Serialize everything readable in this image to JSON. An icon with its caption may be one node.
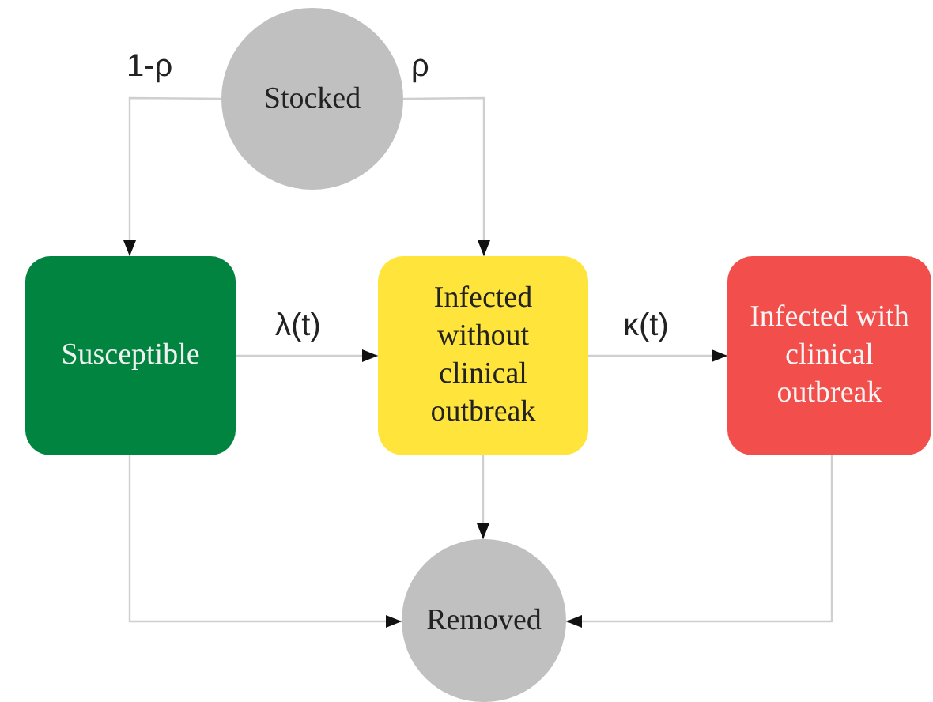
{
  "diagram": {
    "nodes": [
      {
        "text": [
          "Stocked"
        ]
      },
      {
        "text": [
          "Susceptible"
        ]
      },
      {
        "text": [
          "Infected without clinical outbreak"
        ]
      },
      {
        "text": [
          "Infected with clinical outbreak"
        ]
      },
      {
        "text": [
          "Removed"
        ]
      }
    ],
    "edges": [
      {
        "from": 0,
        "to": 1,
        "arrow": "to",
        "label": "1-ρ"
      },
      {
        "from": 0,
        "to": 2,
        "arrow": "to",
        "label": "ρ"
      },
      {
        "from": 1,
        "to": 2,
        "arrow": "to",
        "label": "λ(t)"
      },
      {
        "from": 2,
        "to": 3,
        "arrow": "to",
        "label": "κ(t)"
      },
      {
        "from": 2,
        "to": 4,
        "arrow": "to"
      },
      {
        "from": 1,
        "to": 4,
        "arrow": "to"
      },
      {
        "from": 3,
        "to": 4,
        "arrow": "to"
      }
    ]
  }
}
